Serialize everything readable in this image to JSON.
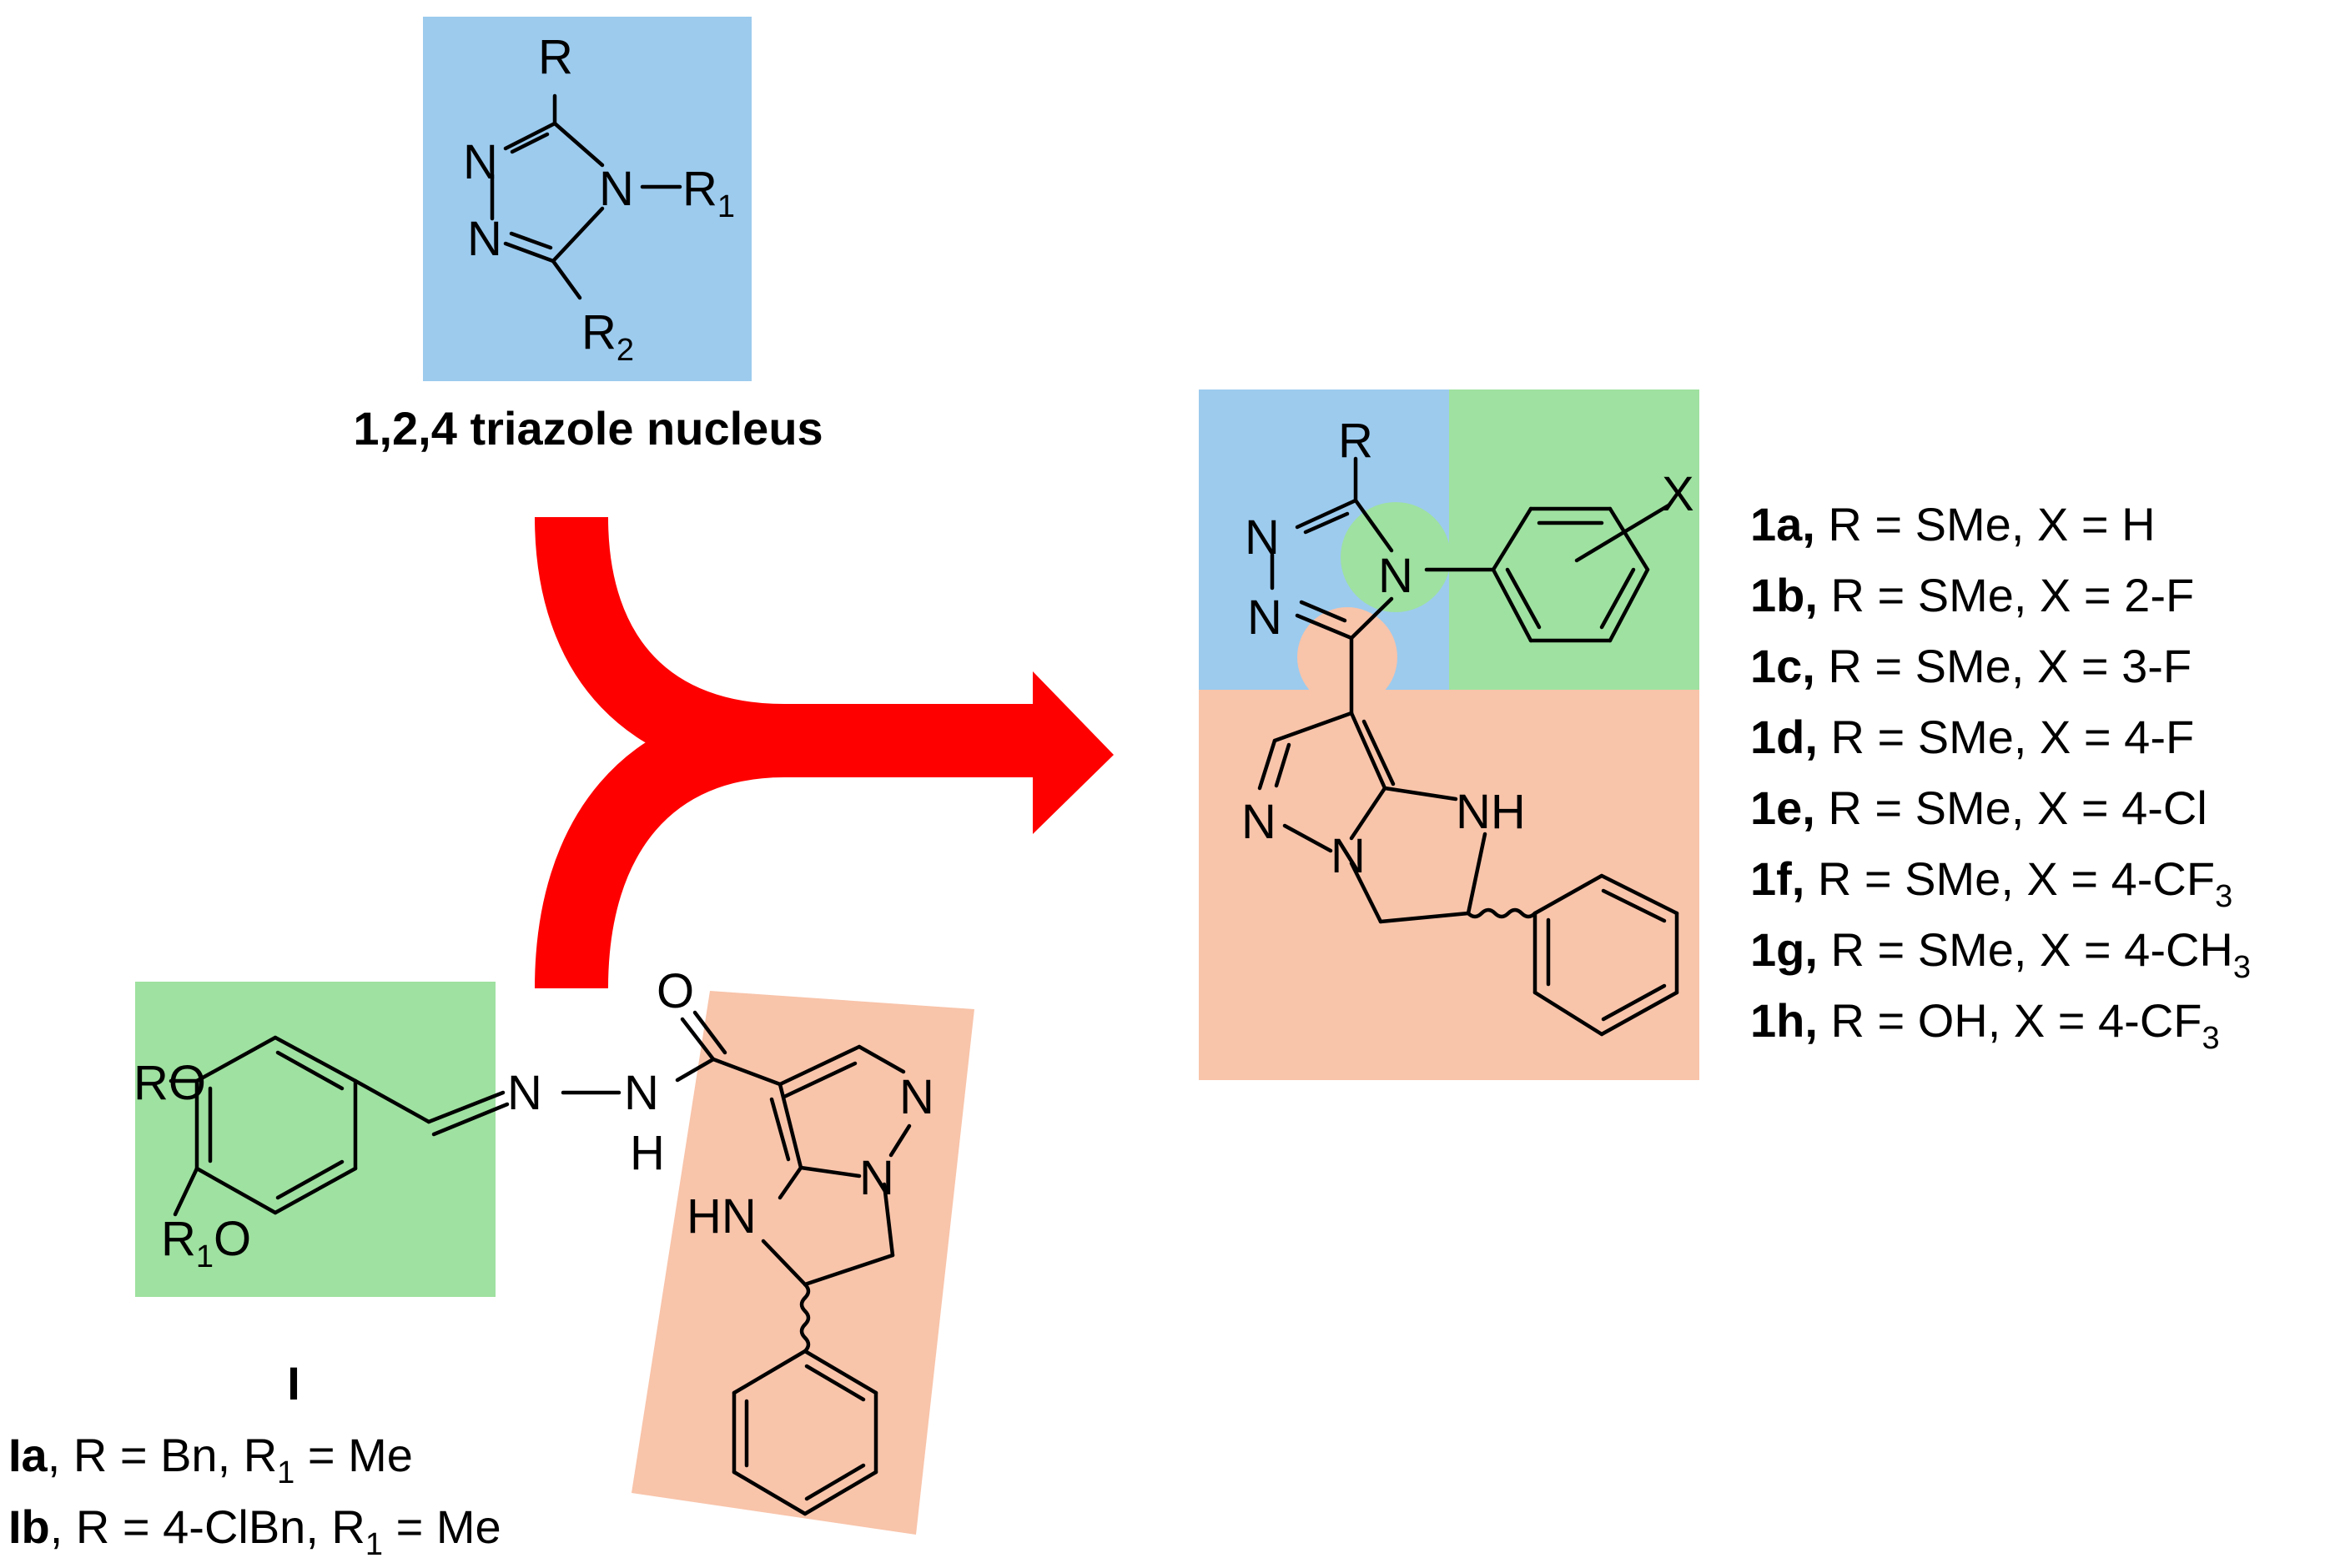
{
  "colors": {
    "blue_region": "#9ccbee",
    "green_region": "#9fe1a0",
    "salmon_region": "#f8c4aa",
    "arrow": "#ff0000",
    "bond": "#000000"
  },
  "triazole": {
    "atoms": {
      "r": "R",
      "n1": "N",
      "n2": "N",
      "n4": "N",
      "r1": "R",
      "r1_sub": "1",
      "r2": "R",
      "r2_sub": "2"
    },
    "caption": "1,2,4 triazole nucleus"
  },
  "compound_I": {
    "atoms": {
      "ro": "RO",
      "r1o_r": "R",
      "r1o_sub": "1",
      "r1o_o": "O",
      "imine_n": "N",
      "hydrazide_n": "N",
      "hydrazide_h": "H",
      "carbonyl_o": "O",
      "pyrazole_n_top": "N",
      "pyrazole_n_bottom": "N",
      "hn": "HN"
    },
    "label": "I",
    "variants": [
      {
        "id": "Ia",
        "text": ", R = Bn, R",
        "sub": "1",
        "tail": " = Me"
      },
      {
        "id": "Ib",
        "text": ", R = 4-ClBn, R",
        "sub": "1",
        "tail": " = Me"
      }
    ]
  },
  "product": {
    "atoms": {
      "r": "R",
      "n1": "N",
      "n2": "N",
      "n4": "N",
      "x": "X",
      "nh": "NH",
      "n_py1": "N",
      "n_py2": "N"
    },
    "compounds": [
      {
        "id": "1a,",
        "text": " R = SMe, X = H",
        "sub": "",
        "tail": ""
      },
      {
        "id": "1b,",
        "text": " R = SMe, X = 2-F",
        "sub": "",
        "tail": ""
      },
      {
        "id": "1c,",
        "text": " R = SMe, X = 3-F",
        "sub": "",
        "tail": ""
      },
      {
        "id": "1d,",
        "text": " R = SMe, X = 4-F",
        "sub": "",
        "tail": ""
      },
      {
        "id": "1e,",
        "text": " R = SMe, X = 4-Cl",
        "sub": "",
        "tail": ""
      },
      {
        "id": "1f,",
        "text": " R = SMe, X = 4-CF",
        "sub": "3",
        "tail": ""
      },
      {
        "id": "1g,",
        "text": " R = SMe, X = 4-CH",
        "sub": "3",
        "tail": ""
      },
      {
        "id": "1h,",
        "text": " R = OH, X = 4-CF",
        "sub": "3",
        "tail": ""
      }
    ]
  }
}
